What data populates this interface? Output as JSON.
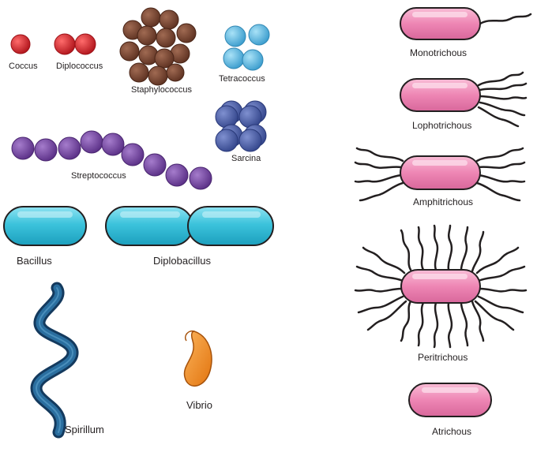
{
  "colors": {
    "coccus_red": "#d8232a",
    "staphylo_brown": "#7a4631",
    "tetra_cyan": "#4fb3dd",
    "sarcina_blue": "#4e62aa",
    "strepto_purple": "#7a4ba0",
    "bacillus_cyan": "#35c0d8",
    "spirillum_blue": "#1e4f7c",
    "vibrio_orange": "#f08a1e",
    "flagellate_pink": "#ee86b4",
    "outline": "#231f20"
  },
  "cocci": {
    "coccus": "Coccus",
    "diplococcus": "Diplococcus",
    "staphylococcus": "Staphylococcus",
    "tetracoccus": "Tetracoccus",
    "sarcina": "Sarcina",
    "streptococcus": "Streptococcus"
  },
  "rods": {
    "bacillus": "Bacillus",
    "diplobacillus": "Diplobacillus"
  },
  "spirals": {
    "spirillum": "Spirillum",
    "vibrio": "Vibrio"
  },
  "flagella": {
    "monotrichous": "Monotrichous",
    "lophotrichous": "Lophotrichous",
    "amphitrichous": "Amphitrichous",
    "peritrichous": "Peritrichous",
    "atrichous": "Atrichous"
  }
}
